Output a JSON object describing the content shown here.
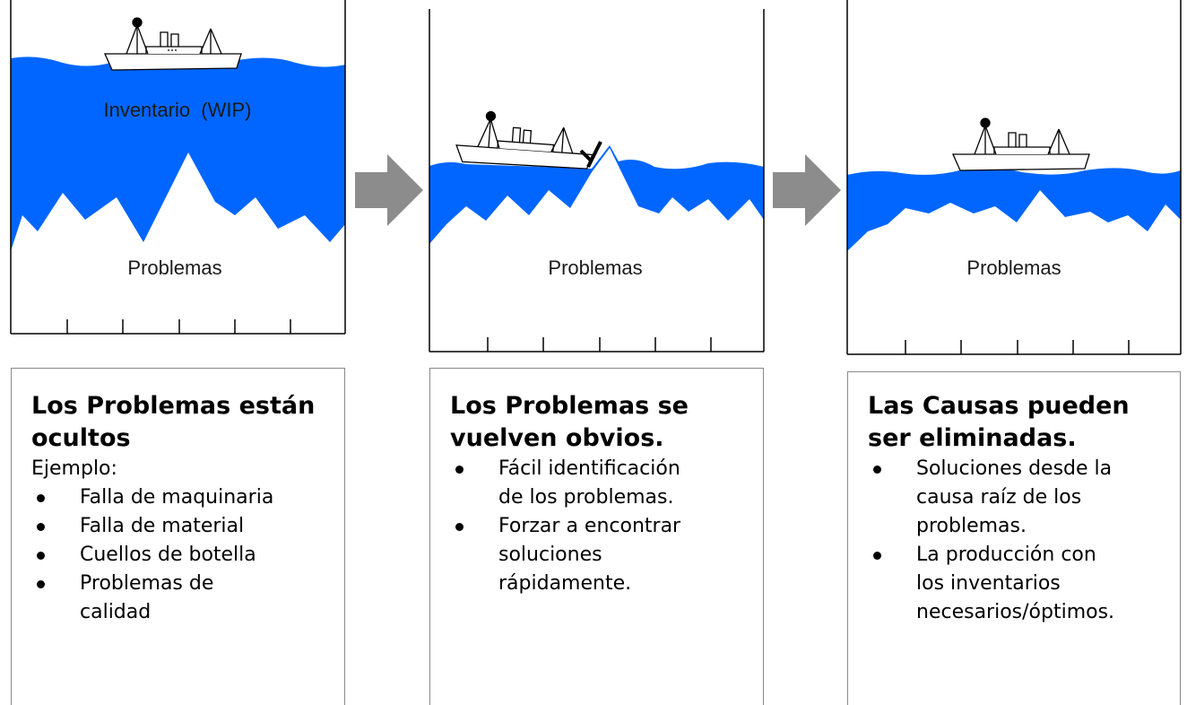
{
  "colors": {
    "water": "#0066ff",
    "arrow": "#8c8c8c",
    "line": "#000000",
    "box_border": "#8a8a8a"
  },
  "diagrams": [
    {
      "water_label": "Inventario  (WIP)",
      "rocks_label": "Problemas",
      "water_level": "high",
      "ship_status": "floating"
    },
    {
      "water_label": "",
      "rocks_label": "Problemas",
      "water_level": "low",
      "ship_status": "hitting-rock"
    },
    {
      "water_label": "",
      "rocks_label": "Problemas",
      "water_level": "medium-rocks-removed",
      "ship_status": "floating"
    }
  ],
  "panels": [
    {
      "title_line1": "Los Problemas están",
      "title_line2": "ocultos",
      "intro": "Ejemplo:",
      "bullets": [
        [
          "Falla de maquinaria"
        ],
        [
          "Falla de material"
        ],
        [
          "Cuellos de botella"
        ],
        [
          "Problemas de",
          "calidad"
        ]
      ]
    },
    {
      "title_line1": "Los Problemas se",
      "title_line2": "vuelven obvios.",
      "intro": "",
      "bullets": [
        [
          "Fácil identificación",
          "de los problemas."
        ],
        [
          "Forzar a encontrar",
          "soluciones",
          "rápidamente."
        ]
      ]
    },
    {
      "title_line1": "Las Causas pueden",
      "title_line2": "ser eliminadas.",
      "intro": "",
      "bullets": [
        [
          "Soluciones desde la",
          "causa raíz de los",
          "problemas."
        ],
        [
          "La producción con",
          "los inventarios",
          "necesarios/óptimos."
        ]
      ]
    }
  ]
}
